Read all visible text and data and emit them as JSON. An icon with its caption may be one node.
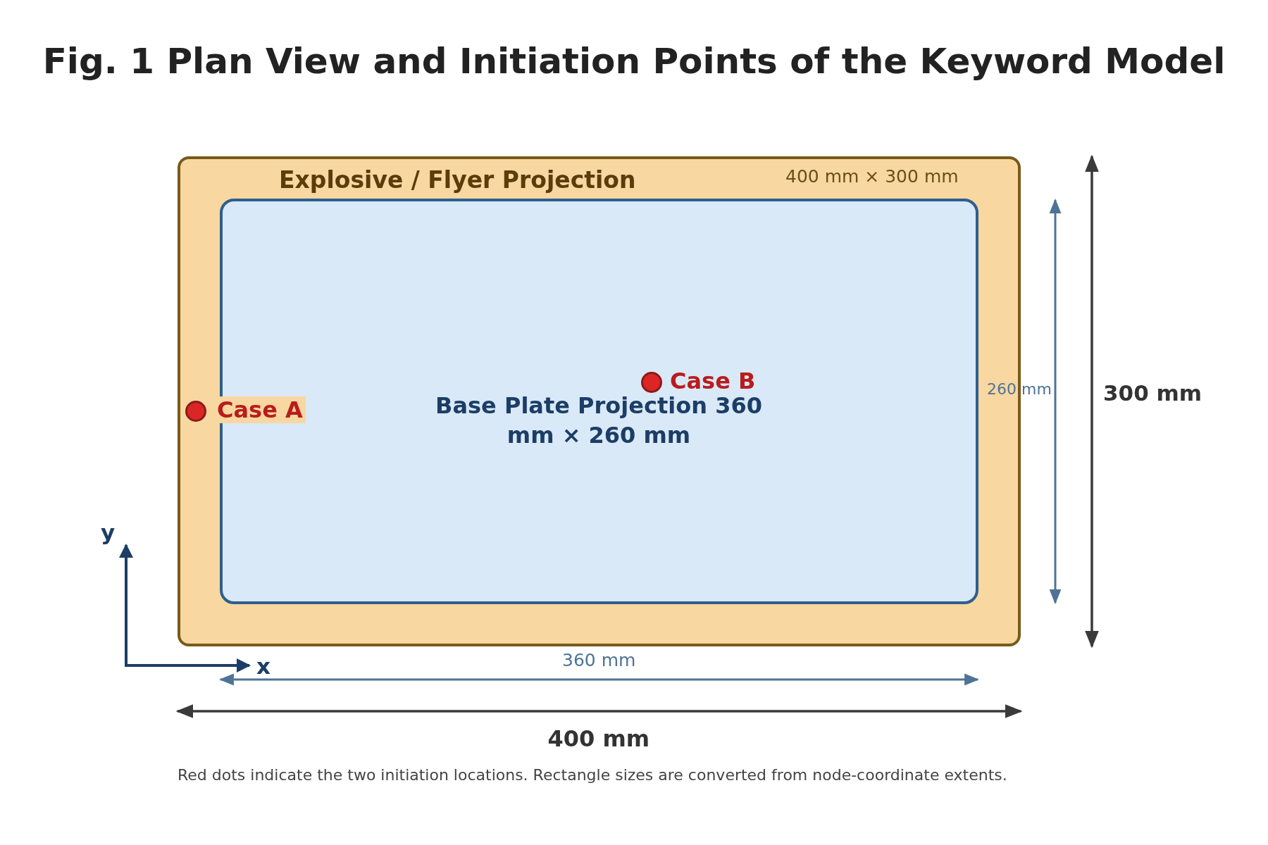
{
  "diagram": {
    "title": "Fig. 1  Plan View and Initiation Points of the Keyword Model",
    "caption": "Red dots indicate the two initiation locations. Rectangle sizes are converted from node-coordinate extents.",
    "nodes": [
      {
        "text": [
          "Explosive / Flyer Projection",
          "400 mm × 300 mm"
        ]
      },
      {
        "text": [
          "Base Plate Projection 360 mm × 260 mm"
        ],
        "in": 0
      },
      {
        "text": [],
        "shape": "circle",
        "in": 0,
        "beside": [
          "Case A"
        ]
      },
      {
        "text": [],
        "shape": "circle",
        "in": 1,
        "beside": [
          "Case B"
        ]
      }
    ],
    "labels": [
      "260 mm",
      "300 mm",
      "y",
      "x",
      "360 mm",
      "400 mm"
    ]
  }
}
